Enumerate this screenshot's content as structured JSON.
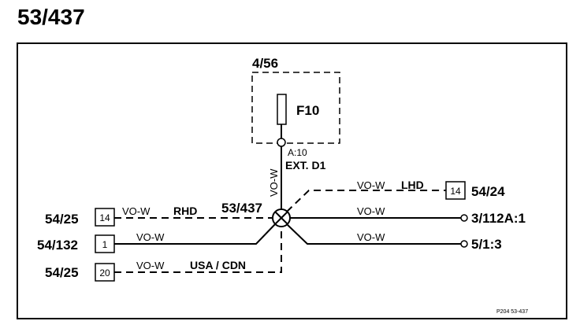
{
  "title": "53/437",
  "frame_ref": "P204  53-437",
  "fuse_box": {
    "label": "4/56",
    "fuse": "F10",
    "pin": "A:10",
    "circuit": "EXT. D1"
  },
  "junction": {
    "label": "53/437",
    "riser_wire": "VO-W"
  },
  "left": [
    {
      "ref": "54/25",
      "pin": "14",
      "wire": "VO-W",
      "note": "RHD"
    },
    {
      "ref": "54/132",
      "pin": "1",
      "wire": "VO-W"
    },
    {
      "ref": "54/25",
      "pin": "20",
      "wire": "VO-W",
      "note": "USA / CDN"
    }
  ],
  "right": [
    {
      "ref": "54/24",
      "pin": "14",
      "wire": "VO-W",
      "note": "LHD"
    },
    {
      "ref": "3/112A:1",
      "wire": "VO-W"
    },
    {
      "ref": "5/1:3",
      "wire": "VO-W"
    }
  ]
}
